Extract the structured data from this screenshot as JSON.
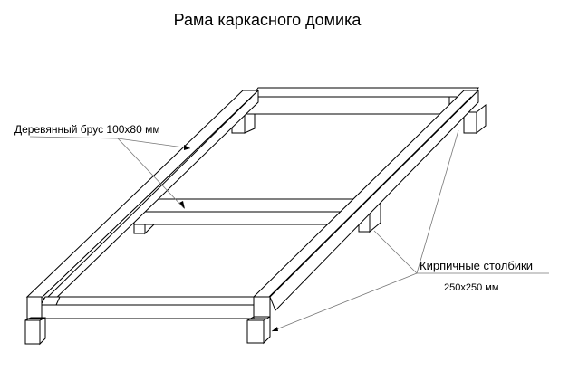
{
  "title": "Рама каркасного домика",
  "labels": {
    "beam": "Деревянный брус 100x80 мм",
    "posts": "Кирпичные столбики",
    "posts_size": "250x250 мм"
  }
}
